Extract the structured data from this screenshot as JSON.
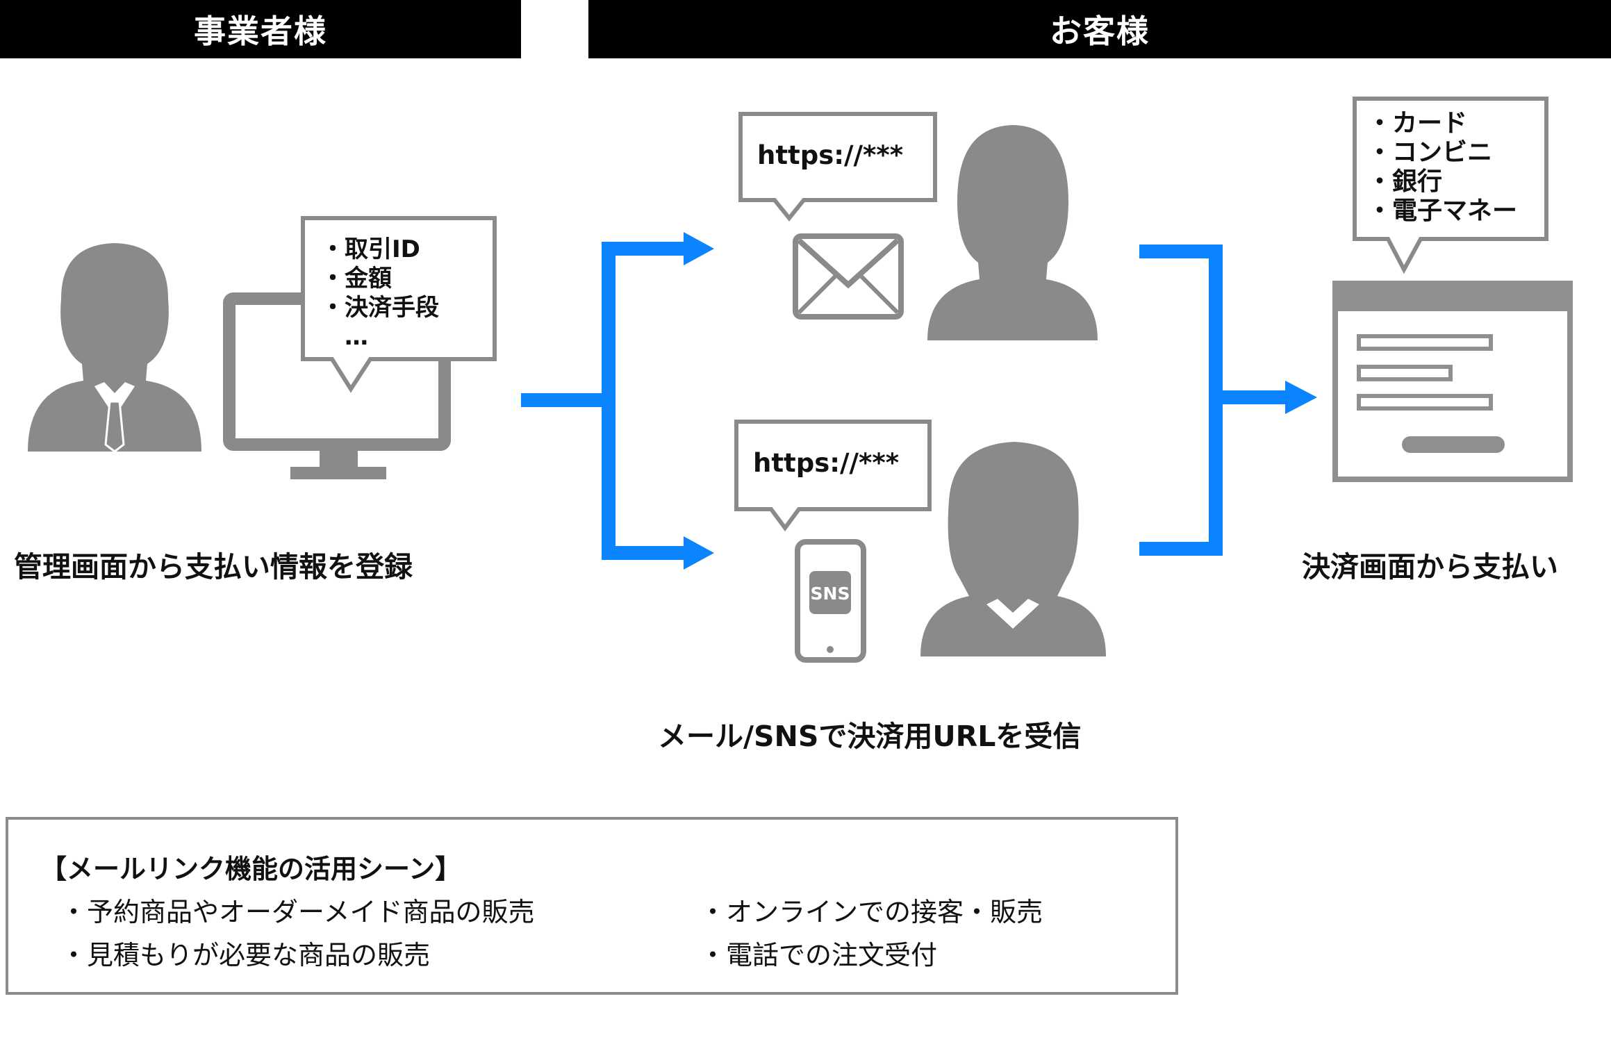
{
  "headers": {
    "business": "事業者様",
    "customer": "お客様"
  },
  "merchant": {
    "bubble_lines": [
      "・取引ID",
      "・金額",
      "・決済手段",
      "　…"
    ],
    "caption": "管理画面から支払い情報を登録"
  },
  "customer_mail": {
    "url_text": "https://***"
  },
  "customer_sns": {
    "url_text": "https://***",
    "sns_label": "SNS"
  },
  "middle_caption": "メール/SNSで決済用URLを受信",
  "payment": {
    "bubble_lines": [
      "・カード",
      "・コンビニ",
      "・銀行",
      "・電子マネー"
    ],
    "caption": "決済画面から支払い"
  },
  "usecases": {
    "title": "【メールリンク機能の活用シーン】",
    "items": [
      "・予約商品やオーダーメイド商品の販売",
      "・見積もりが必要な商品の販売",
      "・オンラインでの接客・販売",
      "・電話での注文受付"
    ]
  },
  "colors": {
    "header_bg": "#000000",
    "arrow": "#0a84ff",
    "icon_gray": "#8a8a8a",
    "icon_light": "#8f8f8f"
  }
}
